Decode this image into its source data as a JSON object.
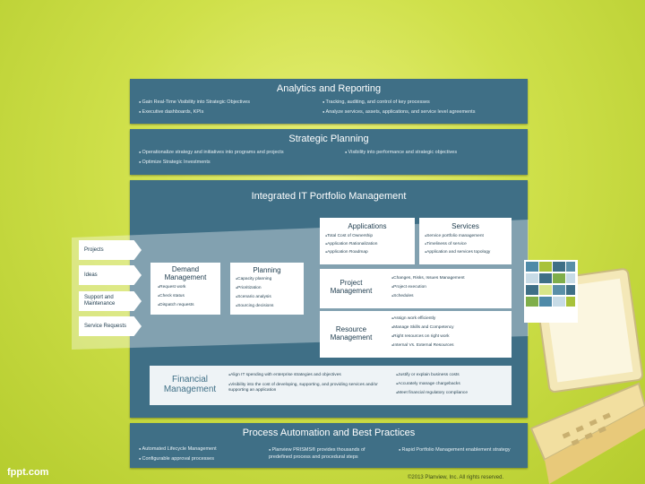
{
  "analytics": {
    "title": "Analytics and Reporting",
    "bullets": [
      "Gain Real-Time Visibility into Strategic Objectives",
      "Tracking, auditing, and control of key processes",
      "Executive dashboards, KPIs",
      "Analyze services, assets, applications, and service level agreements"
    ]
  },
  "strategic": {
    "title": "Strategic Planning",
    "bullets": [
      "Operationalize strategy and initiatives into programs and projects",
      "Visibility into performance and strategic objectives",
      "Optimize Strategic Investments"
    ]
  },
  "integrated": {
    "title": "Integrated IT Portfolio Management"
  },
  "applications": {
    "title": "Applications",
    "bullets": [
      "Total Cost of Ownership",
      "Application Rationalization",
      "Application Roadmap"
    ]
  },
  "services": {
    "title": "Services",
    "bullets": [
      "Service portfolio management",
      "Timeliness of service",
      "Application and services topology"
    ]
  },
  "demand": {
    "title": "Demand Management",
    "bullets": [
      "Request work",
      "Check status",
      "Dispatch requests"
    ]
  },
  "planning": {
    "title": "Planning",
    "bullets": [
      "Capacity planning",
      "Prioritization",
      "Scenario analysis",
      "Sourcing decisions"
    ]
  },
  "project": {
    "title": "Project Management",
    "bullets": [
      "Changes, Risks, Issues Management",
      "Project execution",
      "Schedules"
    ]
  },
  "resource": {
    "title": "Resource Management",
    "bullets": [
      "Assign work efficiently",
      "Manage Skills and Competency",
      "Right resources on right work",
      "Internal Vs. External Resources"
    ]
  },
  "inputs": [
    "Projects",
    "Ideas",
    "Support and Maintenance",
    "Service Requests"
  ],
  "financial": {
    "title": "Financial Management",
    "bullets_left": [
      "Align IT spending with enterprise strategies and objectives",
      "Visibility into the cost of developing, supporting, and providing services and/or supporting an application"
    ],
    "bullets_right": [
      "Justify or explain business costs",
      "Accurately manage chargebacks",
      "Meet financial regulatory compliance"
    ]
  },
  "process": {
    "title": "Process Automation and Best Practices",
    "bullets": [
      "Automated Lifecycle Management",
      "Planview PRISMS® provides thousands of predefined process and procedural steps",
      "Rapid Portfolio Management enablement strategy",
      "Configurable approval processes"
    ]
  },
  "footer": {
    "brand": "fppt.com",
    "copyright": "©2013 Planview, Inc. All rights reserved."
  },
  "colors": {
    "panel": "#3f6f86",
    "background": "#cfe04a"
  }
}
